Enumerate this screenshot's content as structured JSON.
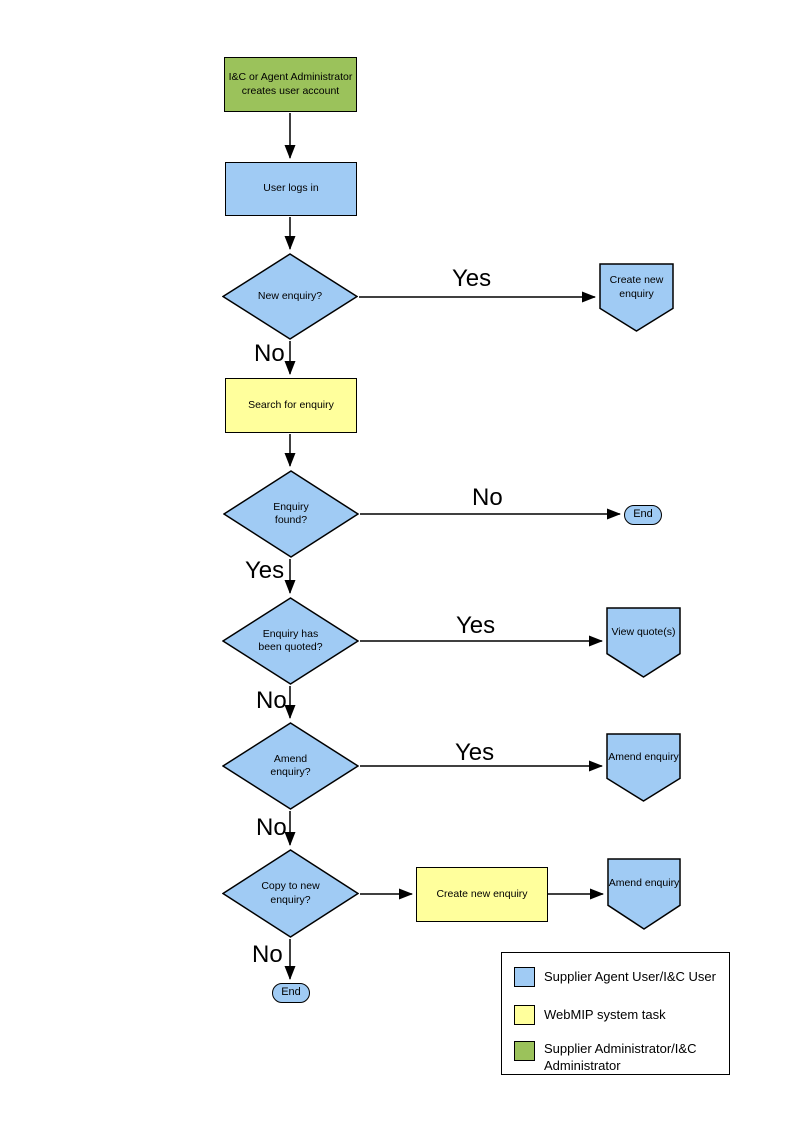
{
  "colors": {
    "blue": "#A0CBF4",
    "yellow": "#FFFF9C",
    "green": "#9BC25B",
    "line": "#000000"
  },
  "nodes": {
    "create_account": {
      "label": "I&C or Agent Administrator\ncreates user account",
      "type": "process"
    },
    "user_logs_in": {
      "label": "User logs in",
      "type": "process"
    },
    "new_enquiry": {
      "label": "New enquiry?",
      "type": "decision"
    },
    "create_new_enquiry_offpage": {
      "label": "Create new\nenquiry",
      "type": "offpage"
    },
    "search_for_enquiry": {
      "label": "Search for enquiry",
      "type": "system-task"
    },
    "enquiry_found": {
      "label": "Enquiry\nfound?",
      "type": "decision"
    },
    "end_1": {
      "label": "End",
      "type": "terminator"
    },
    "enquiry_quoted": {
      "label": "Enquiry has\nbeen quoted?",
      "type": "decision"
    },
    "view_quotes": {
      "label": "View quote(s)",
      "type": "offpage"
    },
    "amend_enquiry_q": {
      "label": "Amend\nenquiry?",
      "type": "decision"
    },
    "amend_enquiry_1": {
      "label": "Amend enquiry",
      "type": "offpage"
    },
    "copy_to_new": {
      "label": "Copy to new\nenquiry?",
      "type": "decision"
    },
    "create_new_enquiry_task": {
      "label": "Create new enquiry",
      "type": "system-task"
    },
    "amend_enquiry_2": {
      "label": "Amend enquiry",
      "type": "offpage"
    },
    "end_2": {
      "label": "End",
      "type": "terminator"
    }
  },
  "edge_labels": {
    "yes1": "Yes",
    "no1": "No",
    "no2": "No",
    "yes2": "Yes",
    "yes3": "Yes",
    "no3": "No",
    "yes4": "Yes",
    "no4": "No",
    "no5": "No"
  },
  "legend": {
    "items": [
      {
        "color": "#A0CBF4",
        "label": "Supplier Agent User/I&C User"
      },
      {
        "color": "#FFFF9C",
        "label": "WebMIP system task"
      },
      {
        "color": "#9BC25B",
        "label": "Supplier Administrator/I&C\nAdministrator"
      }
    ]
  }
}
